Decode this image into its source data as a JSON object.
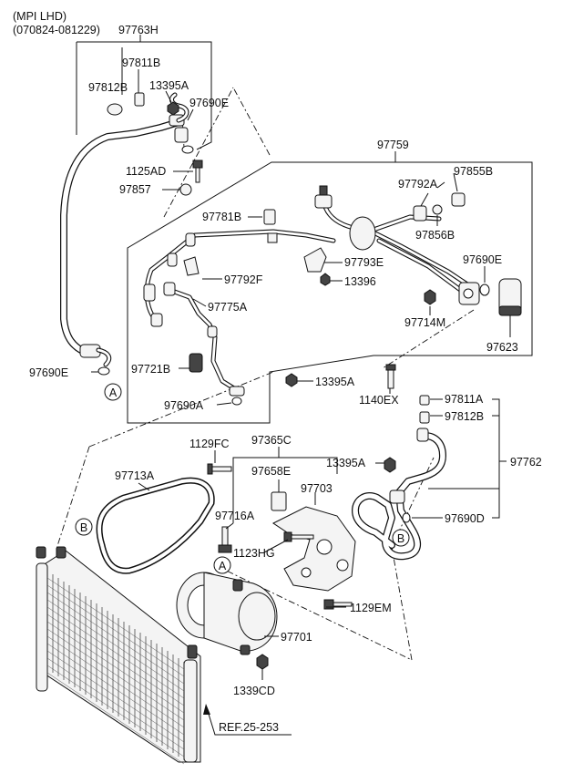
{
  "header": {
    "model": "(MPI LHD)",
    "range": "(070824-081229)"
  },
  "labels": {
    "p97763H": "97763H",
    "p97811B_top": "97811B",
    "p97812B_top": "97812B",
    "p13395A_top": "13395A",
    "p97690E_top": "97690E",
    "p1125AD": "1125AD",
    "p97857": "97857",
    "p97759": "97759",
    "p97855B": "97855B",
    "p97792A": "97792A",
    "p97781B": "97781B",
    "p97856B": "97856B",
    "p97793E": "97793E",
    "p97690E_right": "97690E",
    "p97792F": "97792F",
    "p13396": "13396",
    "p97775A": "97775A",
    "p97714M": "97714M",
    "p97623": "97623",
    "p97690E_left": "97690E",
    "p97721B": "97721B",
    "p13395A_mid": "13395A",
    "p1140EX": "1140EX",
    "p97690A": "97690A",
    "p97811A": "97811A",
    "p97812B_right": "97812B",
    "p1129FC": "1129FC",
    "p97365C": "97365C",
    "p97762": "97762",
    "p97713A": "97713A",
    "p97658E": "97658E",
    "p13395A_low": "13395A",
    "p97703": "97703",
    "p97716A": "97716A",
    "p97690D": "97690D",
    "p1123HG": "1123HG",
    "p1129EM": "1129EM",
    "p97701": "97701",
    "p1339CD": "1339CD",
    "ref": "REF.25-253"
  },
  "markers": {
    "a_top": "A",
    "a_low": "A",
    "b_left": "B",
    "b_right": "B"
  }
}
